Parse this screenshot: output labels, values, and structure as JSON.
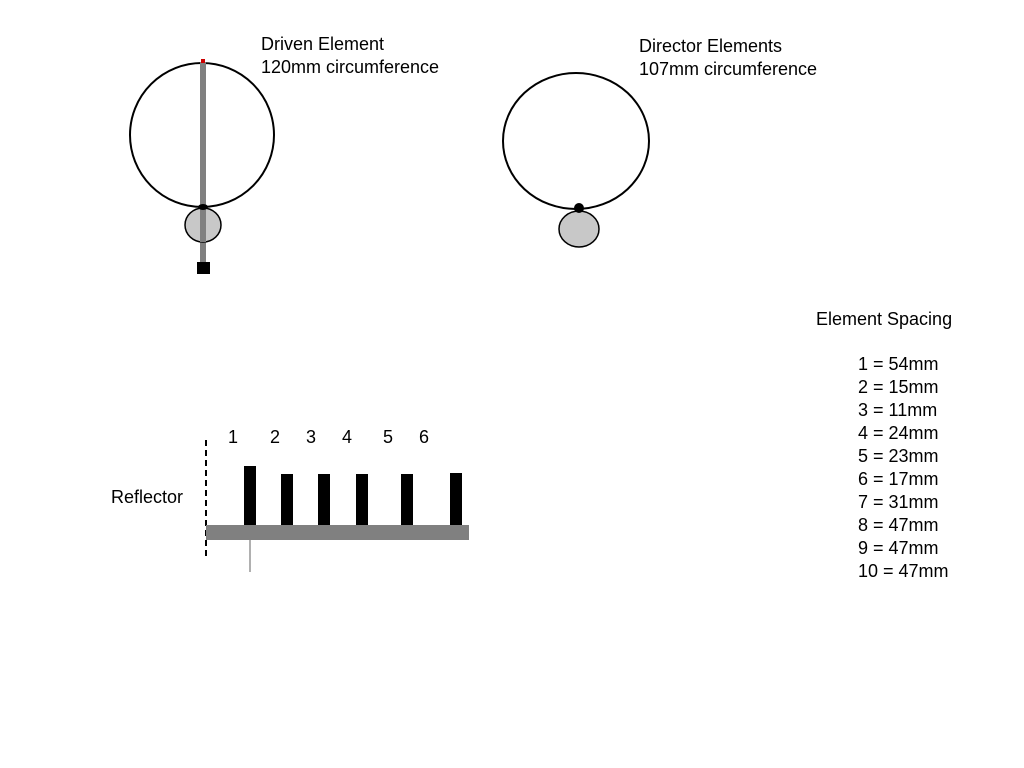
{
  "driven": {
    "title": "Driven Element",
    "subtitle": "120mm circumference"
  },
  "director": {
    "title": "Director Elements",
    "subtitle": "107mm circumference"
  },
  "boom": {
    "reflector_label": "Reflector",
    "element_numbers": [
      "1",
      "2",
      "3",
      "4",
      "5",
      "6"
    ]
  },
  "spacing": {
    "title": "Element Spacing",
    "items": [
      "1 = 54mm",
      "2 = 15mm",
      "3 = 11mm",
      "4 = 24mm",
      "5 = 23mm",
      "6 = 17mm",
      "7 = 31mm",
      "8 = 47mm",
      "9 = 47mm",
      "10 = 47mm"
    ]
  },
  "colors": {
    "line": "#000000",
    "boom": "#808080",
    "insulator": "#c8c8c8",
    "feed_tip": "#cc0000"
  }
}
